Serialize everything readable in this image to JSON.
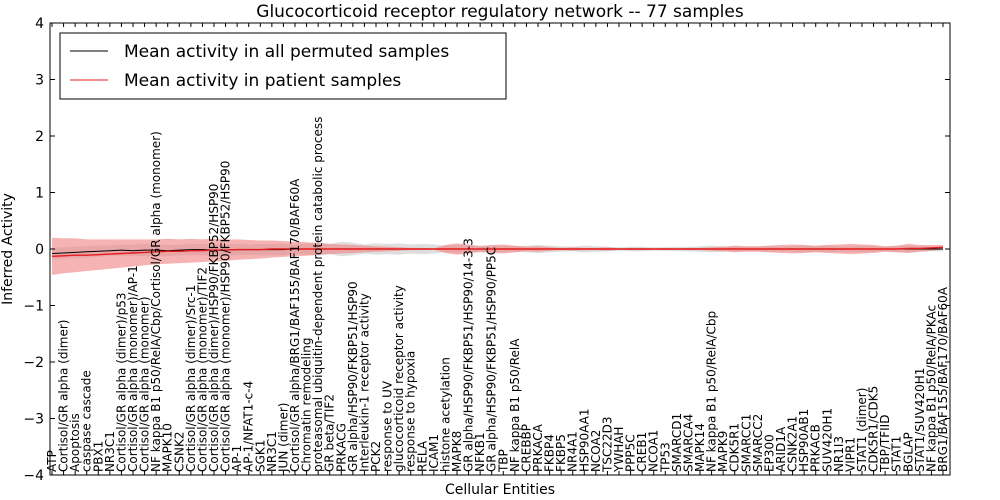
{
  "chart_data": {
    "type": "line",
    "title": "Glucocorticoid receptor regulatory network -- 77 samples",
    "xlabel": "Cellular Entities",
    "ylabel": "Inferred Activity",
    "ylim": [
      -4,
      4
    ],
    "yticks": [
      "−4",
      "−3",
      "−2",
      "−1",
      "0",
      "1",
      "2",
      "3",
      "4"
    ],
    "grid": false,
    "legend": {
      "placement": "top-left",
      "entries": [
        "Mean activity in all permuted samples",
        "Mean activity in patient samples"
      ]
    },
    "colors": {
      "permuted_line": "#000000",
      "permuted_band": "#c8c8c8",
      "patient_line": "#e41a1c",
      "patient_band": "#f08080"
    },
    "categories": [
      "ATP",
      "Cortisol/GR alpha (dimer)",
      "Apoptosis",
      "caspase cascade",
      "PBX1",
      "NR3C1",
      "Cortisol/GR alpha (dimer)/p53",
      "Cortisol/GR alpha (monomer)/AP-1",
      "Cortisol/GR alpha (monomer)",
      "NF kappa B1 p50/RelA/Cbp/Cortisol/GR alpha (monomer)",
      "MAPK10",
      "CSNK2",
      "Cortisol/GR alpha (dimer)/Src-1",
      "Cortisol/GR alpha (monomer)/TIF2",
      "Cortisol/GR alpha (dimer)/HSP90/FKBP52/HSP90",
      "Cortisol/GR alpha (monomer)/HSP90/FKBP52/HSP90",
      "AP-1",
      "AP-1/NFAT1-c-4",
      "SGK1",
      "NR3C1",
      "JUN (dimer)",
      "Cortisol/GR alpha/BRG1/BAF155/BAF170/BAF60A",
      "Chromatin remodeling",
      "proteasomal ubiquitin-dependent protein catabolic process",
      "GR beta/TIF2",
      "PRKACG",
      "GR alpha/HSP90/FKBP51/HSP90",
      "Interleukin-1 receptor activity",
      "PCK2",
      "response to UV",
      "glucocorticoid receptor activity",
      "response to hypoxia",
      "RELA",
      "ICAM1",
      "histone acetylation",
      "MAPK8",
      "GR alpha/HSP90/FKBP51/HSP90/14-3-3",
      "NFKB1",
      "GR alpha/HSP90/FKBP51/HSP90/PP5C",
      "TBP",
      "NF kappa B1 p50/RelA",
      "CREBBP",
      "PRKACA",
      "FKBP4",
      "FKBP5",
      "NR4A1",
      "HSP90AA1",
      "NCOA2",
      "TSC22D3",
      "YWHAH",
      "PPP5C",
      "CREB1",
      "NCOA1",
      "TP53",
      "SMARCD1",
      "SMARCA4",
      "MAPK14",
      "NF kappa B1 p50/RelA/Cbp",
      "MAPK9",
      "CDK5R1",
      "SMARCC1",
      "SMARCC2",
      "EP300",
      "ARID1A",
      "CSNK2A1",
      "HSP90AB1",
      "PRKACB",
      "SUV420H1",
      "NR1I3",
      "VIPR1",
      "STAT1 (dimer)",
      "CDK5R1/CDK5",
      "TBP/TFIID",
      "STAT1",
      "BGLAP",
      "STAT1/SUV420H1",
      "NF kappa B1 p50/RelA/PKAc",
      "BRG1/BAF155/BAF170/BAF60A"
    ],
    "series": [
      {
        "name": "Mean activity in all permuted samples",
        "values": [
          -0.08,
          -0.07,
          -0.06,
          -0.05,
          -0.04,
          -0.03,
          -0.02,
          -0.03,
          -0.02,
          -0.02,
          -0.03,
          -0.02,
          -0.01,
          -0.01,
          -0.02,
          -0.02,
          -0.01,
          -0.01,
          -0.01,
          -0.01,
          -0.01,
          0.0,
          0.0,
          0.0,
          0.0,
          0.0,
          0.0,
          0.0,
          0.0,
          0.0,
          0.0,
          0.0,
          0.0,
          0.0,
          0.0,
          0.0,
          0.0,
          0.0,
          0.0,
          0.0,
          0.0,
          0.0,
          0.0,
          0.0,
          0.0,
          0.0,
          0.0,
          0.0,
          0.0,
          0.0,
          0.0,
          0.0,
          0.0,
          0.0,
          0.0,
          0.0,
          0.0,
          0.0,
          0.0,
          0.0,
          0.0,
          0.0,
          0.0,
          0.0,
          0.0,
          0.0,
          0.0,
          0.0,
          0.0,
          0.0,
          0.0,
          0.0,
          0.0,
          0.0,
          0.0,
          0.0,
          0.0,
          0.0
        ],
        "band_halfwidth": [
          0.1,
          0.1,
          0.1,
          0.1,
          0.1,
          0.09,
          0.1,
          0.1,
          0.11,
          0.1,
          0.1,
          0.09,
          0.1,
          0.1,
          0.1,
          0.1,
          0.1,
          0.09,
          0.1,
          0.1,
          0.1,
          0.08,
          0.1,
          0.12,
          0.09,
          0.13,
          0.11,
          0.08,
          0.1,
          0.09,
          0.1,
          0.08,
          0.09,
          0.08,
          0.06,
          0.07,
          0.06,
          0.06,
          0.06,
          0.05,
          0.05,
          0.06,
          0.07,
          0.06,
          0.05,
          0.04,
          0.06,
          0.05,
          0.04,
          0.03,
          0.04,
          0.04,
          0.03,
          0.03,
          0.04,
          0.04,
          0.05,
          0.06,
          0.05,
          0.04,
          0.04,
          0.04,
          0.05,
          0.04,
          0.05,
          0.06,
          0.05,
          0.06,
          0.05,
          0.05,
          0.06,
          0.05,
          0.04,
          0.05,
          0.06,
          0.05,
          0.04,
          0.04
        ]
      },
      {
        "name": "Mean activity in patient samples",
        "values": [
          -0.13,
          -0.12,
          -0.11,
          -0.11,
          -0.1,
          -0.09,
          -0.08,
          -0.07,
          -0.06,
          -0.05,
          -0.04,
          -0.04,
          -0.03,
          -0.03,
          -0.02,
          -0.02,
          -0.01,
          -0.01,
          -0.01,
          0.0,
          0.0,
          0.0,
          0.0,
          0.0,
          0.0,
          0.0,
          0.0,
          0.0,
          0.0,
          0.0,
          0.0,
          0.0,
          0.0,
          0.0,
          0.0,
          0.0,
          0.0,
          0.0,
          0.0,
          0.0,
          0.0,
          0.0,
          0.0,
          0.0,
          0.0,
          0.0,
          0.0,
          0.0,
          0.0,
          0.0,
          0.0,
          0.0,
          0.0,
          0.0,
          0.0,
          0.0,
          0.0,
          0.0,
          0.0,
          0.0,
          0.0,
          0.0,
          0.0,
          0.0,
          0.0,
          0.0,
          0.0,
          0.0,
          0.0,
          0.0,
          0.0,
          0.0,
          0.0,
          0.0,
          0.01,
          0.01,
          0.02,
          0.03
        ],
        "band_halfwidth": [
          0.33,
          0.31,
          0.3,
          0.28,
          0.27,
          0.26,
          0.25,
          0.24,
          0.23,
          0.22,
          0.22,
          0.21,
          0.21,
          0.2,
          0.2,
          0.19,
          0.18,
          0.17,
          0.16,
          0.15,
          0.14,
          0.13,
          0.12,
          0.1,
          0.09,
          0.08,
          0.07,
          0.06,
          0.05,
          0.04,
          0.03,
          0.02,
          0.02,
          0.01,
          0.07,
          0.1,
          0.08,
          0.05,
          0.07,
          0.08,
          0.06,
          0.04,
          0.05,
          0.03,
          0.02,
          0.03,
          0.02,
          0.02,
          0.03,
          0.01,
          0.02,
          0.02,
          0.01,
          0.02,
          0.01,
          0.02,
          0.02,
          0.03,
          0.04,
          0.06,
          0.05,
          0.05,
          0.06,
          0.07,
          0.08,
          0.07,
          0.06,
          0.07,
          0.08,
          0.09,
          0.08,
          0.07,
          0.05,
          0.06,
          0.08,
          0.06,
          0.05,
          0.04
        ]
      }
    ]
  }
}
